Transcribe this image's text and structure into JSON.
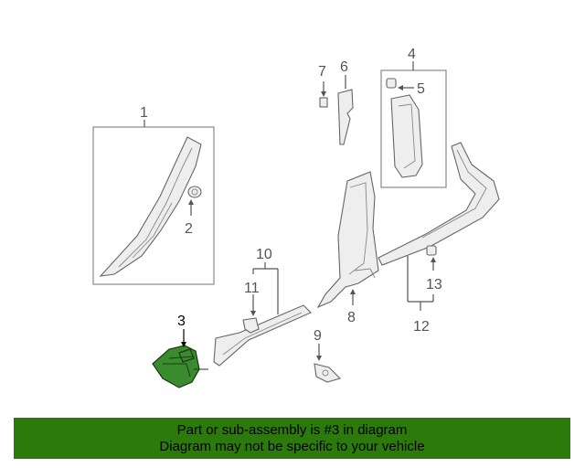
{
  "callouts": {
    "c1": "1",
    "c2": "2",
    "c3": "3",
    "c4": "4",
    "c5": "5",
    "c6": "6",
    "c7": "7",
    "c8": "8",
    "c9": "9",
    "c10": "10",
    "c11": "11",
    "c12": "12",
    "c13": "13"
  },
  "highlighted_part": "3",
  "colors": {
    "highlight": "#3a8a2e",
    "banner": "#2b7a0b"
  },
  "banner": {
    "line1": "Part or sub-assembly is #3 in diagram",
    "line2": "Diagram may not be specific to your vehicle"
  }
}
